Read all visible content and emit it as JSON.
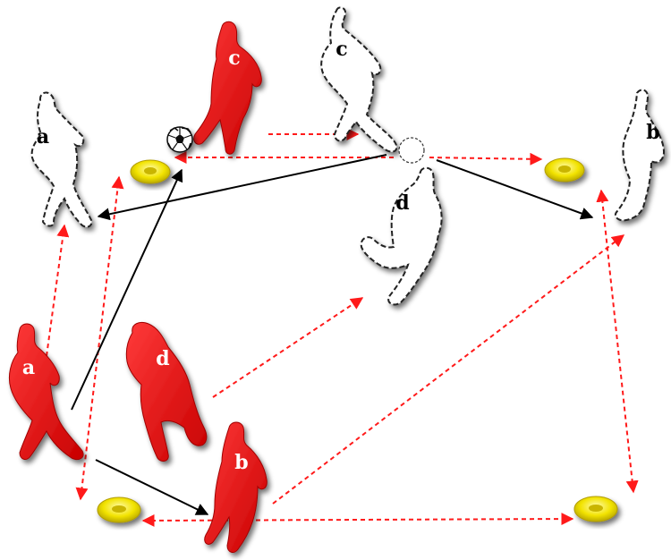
{
  "players": {
    "red_a": "a",
    "red_b": "b",
    "red_c": "c",
    "red_d": "d",
    "ghost_a": "a",
    "ghost_b": "b",
    "ghost_c": "c",
    "ghost_d": "d"
  },
  "colors": {
    "player_fill": "#e3000f",
    "ghost_outline": "#222222",
    "cone_fill": "#f2e300",
    "run_arrow": "#ff1a1a",
    "pass_arrow": "#000000"
  },
  "legend_icons": [
    "soccer-ball-icon",
    "cone-icon",
    "player-icon"
  ]
}
